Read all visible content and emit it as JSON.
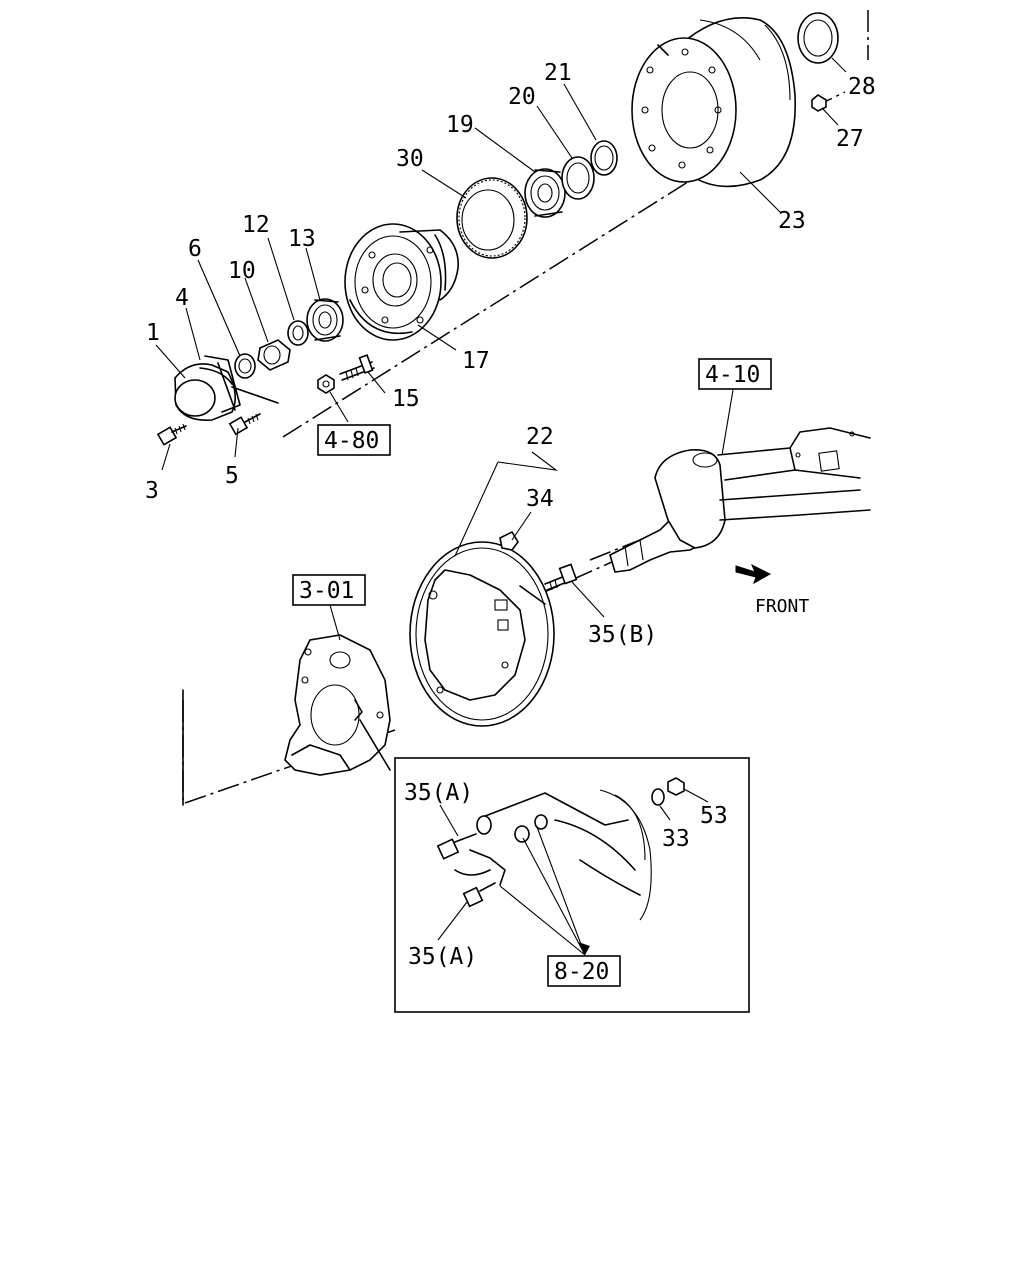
{
  "callouts": [
    {
      "id": "c1",
      "text": "1"
    },
    {
      "id": "c3",
      "text": "3"
    },
    {
      "id": "c4",
      "text": "4"
    },
    {
      "id": "c5",
      "text": "5"
    },
    {
      "id": "c6",
      "text": "6"
    },
    {
      "id": "c10",
      "text": "10"
    },
    {
      "id": "c12",
      "text": "12"
    },
    {
      "id": "c13",
      "text": "13"
    },
    {
      "id": "c15",
      "text": "15"
    },
    {
      "id": "c17",
      "text": "17"
    },
    {
      "id": "c19",
      "text": "19"
    },
    {
      "id": "c20",
      "text": "20"
    },
    {
      "id": "c21",
      "text": "21"
    },
    {
      "id": "c22",
      "text": "22"
    },
    {
      "id": "c23",
      "text": "23"
    },
    {
      "id": "c27",
      "text": "27"
    },
    {
      "id": "c28",
      "text": "28"
    },
    {
      "id": "c30",
      "text": "30"
    },
    {
      "id": "c33",
      "text": "33"
    },
    {
      "id": "c34",
      "text": "34"
    },
    {
      "id": "c35a_top",
      "text": "35(A)"
    },
    {
      "id": "c35a_bottom",
      "text": "35(A)"
    },
    {
      "id": "c35b",
      "text": "35(B)"
    },
    {
      "id": "c53",
      "text": "53"
    }
  ],
  "references": [
    {
      "id": "r480",
      "text": "4-80"
    },
    {
      "id": "r410",
      "text": "4-10"
    },
    {
      "id": "r301",
      "text": "3-01"
    },
    {
      "id": "r820",
      "text": "8-20"
    }
  ],
  "direction_label": "FRONT"
}
